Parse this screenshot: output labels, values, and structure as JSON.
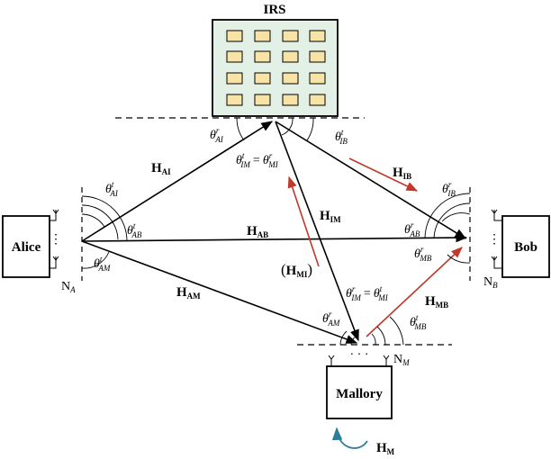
{
  "colors": {
    "line": "#000000",
    "irs_fill": "#e3f0e6",
    "cell_fill": "#f7e3a6",
    "red_arrow": "#c0392b",
    "teal_arrow": "#2e7d9a"
  },
  "nodes": {
    "irs": {
      "label": "IRS"
    },
    "alice": {
      "label": "Alice",
      "antenna_label": "N",
      "antenna_sub": "A"
    },
    "bob": {
      "label": "Bob",
      "antenna_label": "N",
      "antenna_sub": "B"
    },
    "mallory": {
      "label": "Mallory",
      "antenna_label": "N",
      "antenna_sub": "M"
    }
  },
  "dots": {
    "vertical": "⋮",
    "horizontal": "· · ·"
  },
  "channels": {
    "h_ai": {
      "main": "H",
      "sub": "AI"
    },
    "h_ab": {
      "main": "H",
      "sub": "AB"
    },
    "h_am": {
      "main": "H",
      "sub": "AM"
    },
    "h_im": {
      "main": "H",
      "sub": "IM"
    },
    "h_ib": {
      "main": "H",
      "sub": "IB"
    },
    "h_mi": {
      "open": "(",
      "main": "H",
      "sub": "MI",
      "close": ")"
    },
    "h_mb": {
      "main": "H",
      "sub": "MB"
    },
    "h_m": {
      "main": "H",
      "sub": "M"
    }
  },
  "angles": {
    "theta": "θ",
    "equals": "=",
    "t": "t",
    "r": "r",
    "ai_r": {
      "sub": "AI"
    },
    "ib_t": {
      "sub": "IB"
    },
    "im_t": {
      "sub": "IM"
    },
    "mi_r": {
      "sub": "MI"
    },
    "ai_t": {
      "sub": "AI"
    },
    "ab_t": {
      "sub": "AB"
    },
    "am_t": {
      "sub": "AM"
    },
    "ib_r": {
      "sub": "IB"
    },
    "ab_r": {
      "sub": "AB"
    },
    "mb_r": {
      "sub": "MB"
    },
    "im_r": {
      "sub": "IM"
    },
    "mi_t": {
      "sub": "MI"
    },
    "am_r": {
      "sub": "AM"
    },
    "mb_t": {
      "sub": "MB"
    }
  }
}
